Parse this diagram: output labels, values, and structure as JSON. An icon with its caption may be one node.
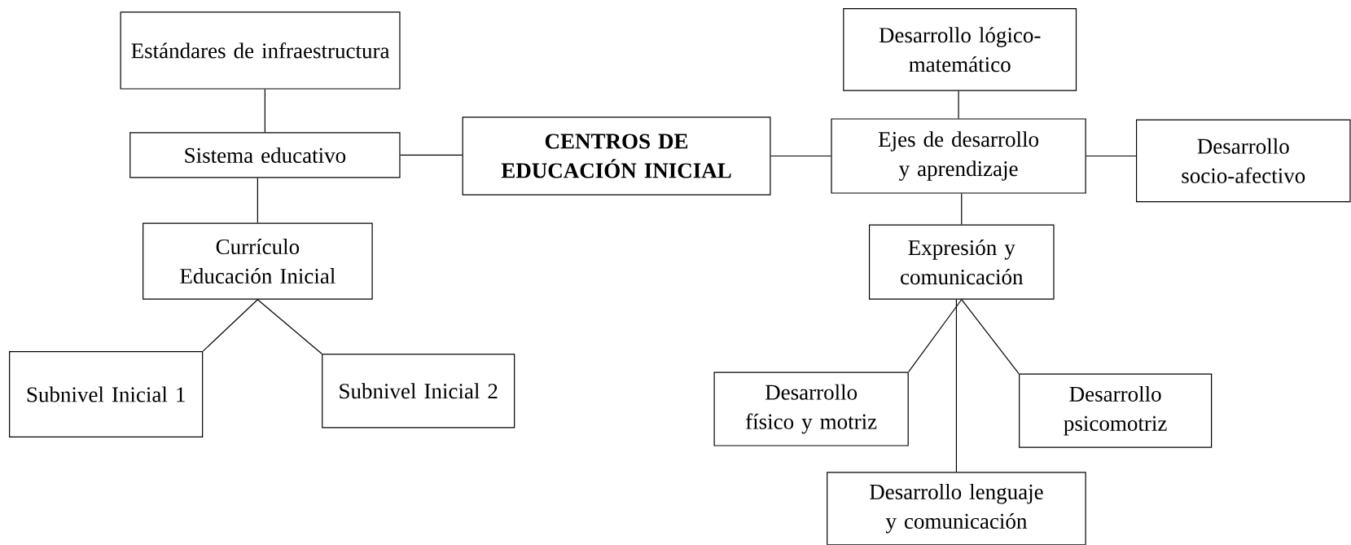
{
  "diagram": {
    "nodes": [
      {
        "text": [
          "Estándares de infraestructura"
        ]
      },
      {
        "text": [
          "Sistema educativo"
        ]
      },
      {
        "text": [
          "Currículo Educación Inicial"
        ]
      },
      {
        "text": [
          "Subnivel Inicial 1"
        ]
      },
      {
        "text": [
          "Subnivel Inicial 2"
        ]
      },
      {
        "text": [
          "CENTROS DE EDUCACIÓN INICIAL"
        ]
      },
      {
        "text": [
          "Desarrollo lógico-matemático"
        ]
      },
      {
        "text": [
          "Ejes de desarrollo y aprendizaje"
        ]
      },
      {
        "text": [
          "Desarrollo socio-afectivo"
        ]
      },
      {
        "text": [
          "Expresión y comunicación"
        ]
      },
      {
        "text": [
          "Desarrollo físico y motriz"
        ]
      },
      {
        "text": [
          "Desarrollo psicomotriz"
        ]
      },
      {
        "text": [
          "Desarrollo lenguaje y comunicación"
        ]
      }
    ],
    "edges": [
      {
        "from": 0,
        "to": 1,
        "arrow": "none"
      },
      {
        "from": 1,
        "to": 2,
        "arrow": "none"
      },
      {
        "from": 1,
        "to": 5,
        "arrow": "none"
      },
      {
        "from": 2,
        "to": 3,
        "arrow": "none"
      },
      {
        "from": 2,
        "to": 4,
        "arrow": "none"
      },
      {
        "from": 5,
        "to": 7,
        "arrow": "none"
      },
      {
        "from": 6,
        "to": 7,
        "arrow": "none"
      },
      {
        "from": 7,
        "to": 8,
        "arrow": "none"
      },
      {
        "from": 7,
        "to": 9,
        "arrow": "none"
      },
      {
        "from": 9,
        "to": 10,
        "arrow": "none"
      },
      {
        "from": 9,
        "to": 11,
        "arrow": "none"
      },
      {
        "from": 9,
        "to": 12,
        "arrow": "none"
      }
    ]
  }
}
